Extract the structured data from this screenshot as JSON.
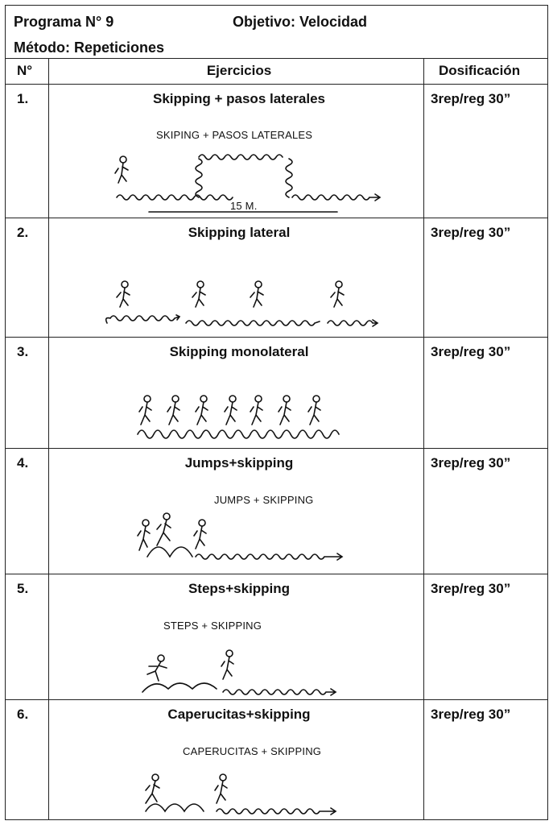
{
  "header": {
    "program": "Programa N° 9",
    "objective": "Objetivo: Velocidad",
    "method": "Método: Repeticiones"
  },
  "columns": {
    "num": "N°",
    "exercises": "Ejercicios",
    "dose": "Dosificación"
  },
  "rows": [
    {
      "num": "1.",
      "title": "Skipping + pasos laterales",
      "dose": "3rep/reg 30”",
      "caption": "SKIPING + PASOS LATERALES",
      "measure": "15 M."
    },
    {
      "num": "2.",
      "title": "Skipping lateral",
      "dose": "3rep/reg 30”"
    },
    {
      "num": "3.",
      "title": "Skipping monolateral",
      "dose": "3rep/reg 30”"
    },
    {
      "num": "4.",
      "title": "Jumps+skipping",
      "dose": "3rep/reg 30”",
      "caption": "JUMPS + SKIPPING"
    },
    {
      "num": "5.",
      "title": "Steps+skipping",
      "dose": "3rep/reg 30”",
      "caption": "STEPS + SKIPPING"
    },
    {
      "num": "6.",
      "title": "Caperucitas+skipping",
      "dose": "3rep/reg 30”",
      "caption": "CAPERUCITAS + SKIPPING"
    }
  ]
}
